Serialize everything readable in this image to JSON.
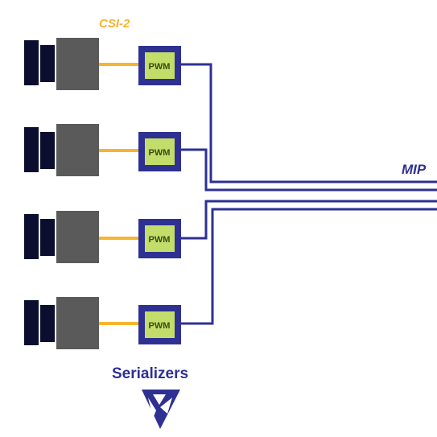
{
  "labels": {
    "csi": "CSI-2",
    "mipi": "MIP",
    "serializers": "Serializers"
  },
  "channels": [
    {
      "pwm_label": "PWM"
    },
    {
      "pwm_label": "PWM"
    },
    {
      "pwm_label": "PWM"
    },
    {
      "pwm_label": "PWM"
    }
  ],
  "colors": {
    "wire": "#2e3192",
    "link": "#f5b52e",
    "pwm_fill": "#c3dd6a",
    "camera_body": "#5a5a5a",
    "camera_front": "#0b0e2e"
  },
  "icons": {
    "logo": "serializers-logo-icon"
  }
}
